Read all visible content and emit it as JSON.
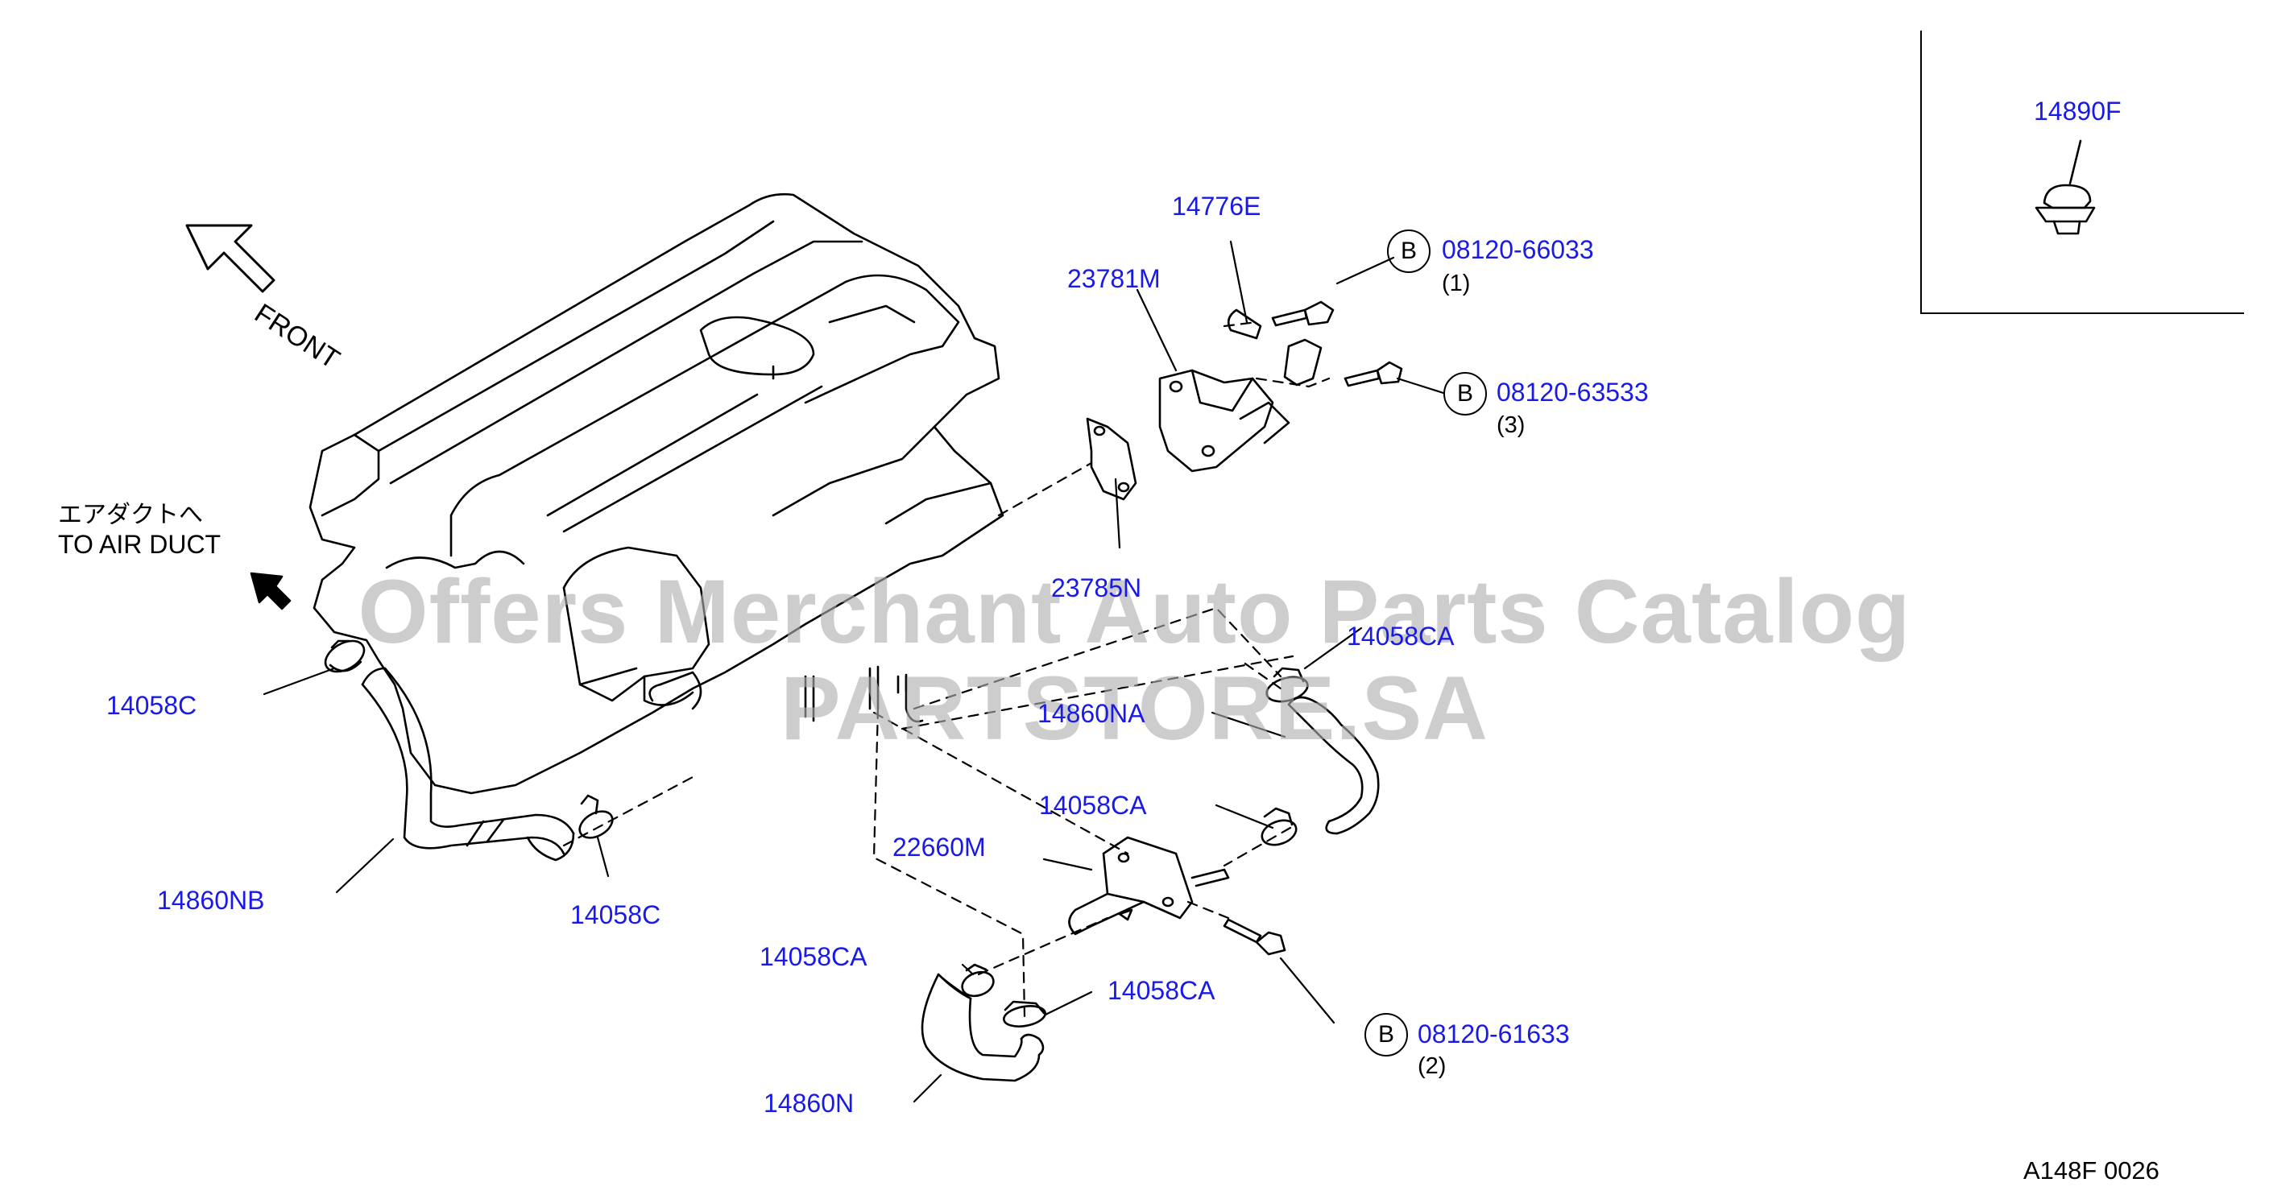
{
  "diagram": {
    "colors": {
      "part_label": "#1a1ae6",
      "line": "#000000",
      "watermark": "#afafaf"
    },
    "watermark": "Offers Merchant Auto Parts Catalog PARTSTORE.SA",
    "front_label": "FRONT",
    "air_duct_jp": "エアダクトへ",
    "air_duct_en": "TO  AIR  DUCT",
    "figure_code": "A148F  0026",
    "inset_part": "14890F",
    "b_symbol": "B",
    "parts": {
      "p14776E": "14776E",
      "p23781M": "23781M",
      "p23785N": "23785N",
      "p14058C_top": "14058C",
      "p14058C_bottom": "14058C",
      "p14860NB": "14860NB",
      "p14058CA_hidden": "14058CA",
      "p14860NA": "14860NA",
      "p14058CA_mid": "14058CA",
      "p22660M": "22660M",
      "p14058CA_left": "14058CA",
      "p14058CA_right": "14058CA",
      "p14860N": "14860N"
    },
    "bolts": {
      "bolt1": {
        "part": "08120-66033",
        "qty": "(1)"
      },
      "bolt2": {
        "part": "08120-61633",
        "qty": "(2)"
      },
      "bolt3": {
        "part": "08120-63533",
        "qty": "(3)"
      }
    }
  }
}
